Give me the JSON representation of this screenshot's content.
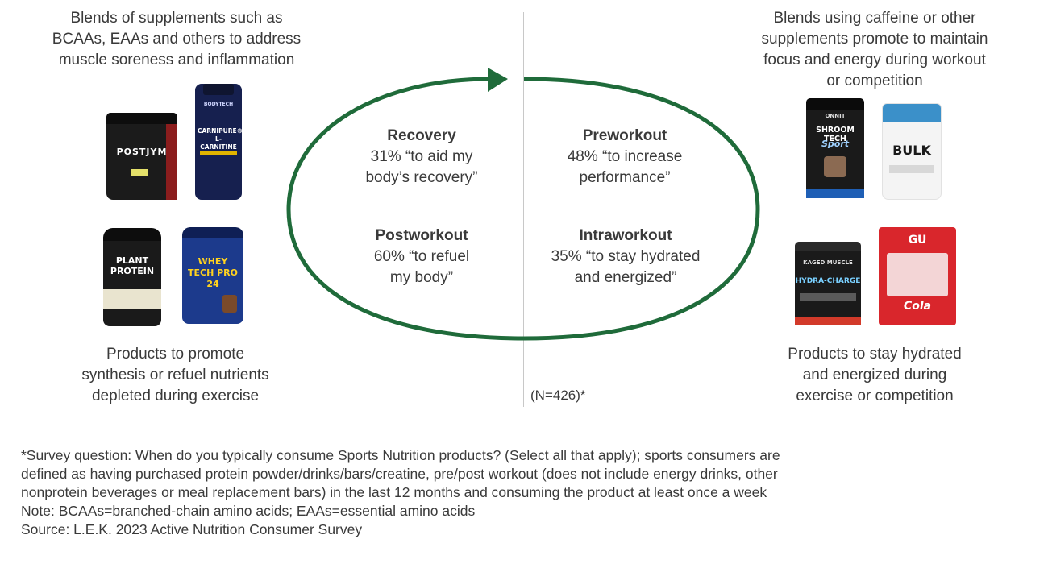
{
  "colors": {
    "accent": "#1f6b3a",
    "divider": "#c8c8c8",
    "text": "#3a3a3a"
  },
  "descriptions": {
    "top_left": [
      "Blends of supplements such as",
      "BCAAs, EAAs and others to address",
      "muscle soreness and inflammation"
    ],
    "top_right": [
      "Blends using caffeine or other",
      "supplements promote to maintain",
      "focus and energy during workout",
      "or competition"
    ],
    "bottom_left": [
      "Products to promote",
      "synthesis or refuel nutrients",
      "depleted during exercise"
    ],
    "bottom_right": [
      "Products to stay hydrated",
      "and energized during",
      "exercise or competition"
    ]
  },
  "quadrants": {
    "recovery": {
      "title": "Recovery",
      "line1": "31% “to aid my",
      "line2": "body’s recovery”"
    },
    "preworkout": {
      "title": "Preworkout",
      "line1": "48% “to increase",
      "line2": "performance”"
    },
    "postworkout": {
      "title": "Postworkout",
      "line1": "60% “to refuel",
      "line2": "my body”"
    },
    "intraworkout": {
      "title": "Intraworkout",
      "line1": "35% “to stay hydrated",
      "line2": "and energized”"
    }
  },
  "sample_size": "(N=426)*",
  "footnotes": [
    "*Survey question: When do you typically consume Sports Nutrition products? (Select all that apply); sports consumers are",
    "defined as having purchased protein powder/drinks/bars/creatine, pre/post workout (does not include energy drinks, other",
    "nonprotein beverages or meal replacement bars) in the last 12 months and consuming the product at least once a week",
    "Note: BCAAs=branched-chain amino acids; EAAs=essential amino acids",
    "Source: L.E.K. 2023 Active Nutrition Consumer Survey"
  ],
  "products": {
    "postjym": "POSTJYM",
    "carnipure": "CARNIPURE® L-CARNITINE",
    "bodytech": "BODYTECH",
    "plant_protein": "PLANT PROTEIN",
    "wheytech": "WHEY TECH PRO 24",
    "shroomtech": "SHROOM TECH",
    "shroomtech_sub": "Sport",
    "onnit": "ONNIT",
    "bulk": "BULK",
    "hydracharge": "HYDRA-CHARGE",
    "kaged": "KAGED MUSCLE",
    "gu": "GU",
    "cola": "Cola"
  }
}
